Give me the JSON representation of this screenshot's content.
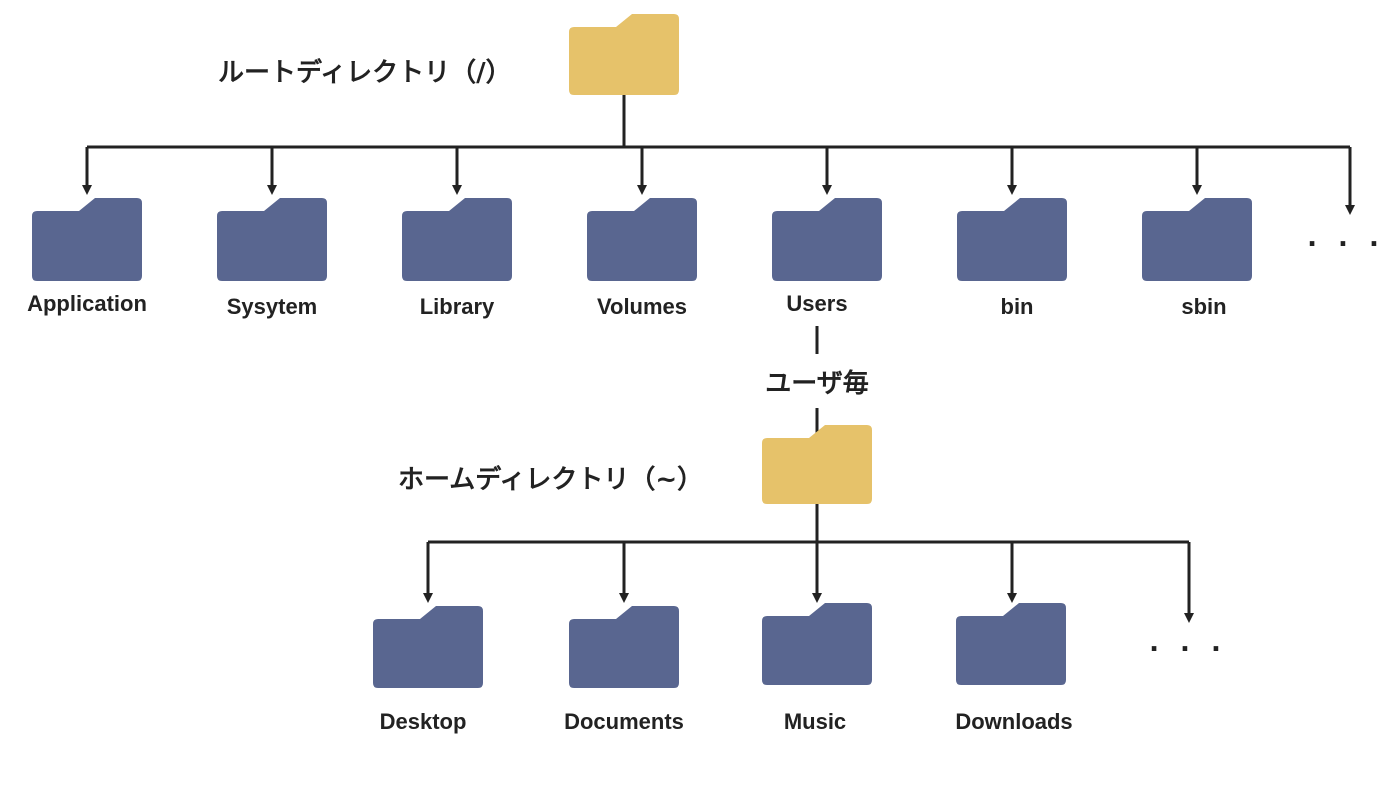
{
  "root": {
    "label": "ルートディレクトリ（/）",
    "folder_color": "#E6C26A",
    "children": [
      "Application",
      "Sysytem",
      "Library",
      "Volumes",
      "Users",
      "bin",
      "sbin"
    ],
    "more": ". . ."
  },
  "connector_label": "ユーザ毎",
  "home": {
    "label": "ホームディレクトリ（~）",
    "folder_color": "#E6C26A",
    "children": [
      "Desktop",
      "Documents",
      "Music",
      "Downloads"
    ],
    "more": ". . ."
  },
  "child_folder_color": "#596690"
}
